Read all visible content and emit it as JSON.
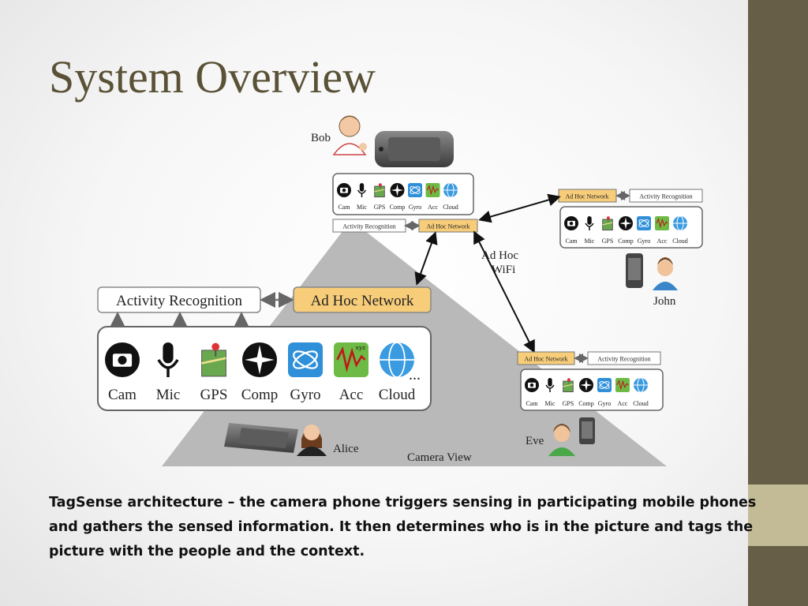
{
  "slide": {
    "title": "System Overview",
    "caption": "TagSense architecture – the camera phone triggers sensing in participating mobile phones and gathers the sensed information. It then determines who is in the picture and tags the picture with the people and the context.",
    "colors": {
      "side_band": "#675e47",
      "side_accent": "#c3bb95",
      "title": "#5a5237",
      "network_box": "#f7cd7a",
      "view_triangle": "#b9b9b9"
    }
  },
  "diagram": {
    "people": {
      "bob": "Bob",
      "john": "John",
      "eve": "Eve",
      "alice": "Alice"
    },
    "camera_view_label": "Camera View",
    "wifi_label": [
      "Ad Hoc",
      "WiFi"
    ],
    "activity_recognition": "Activity Recognition",
    "ad_hoc_network": "Ad Hoc Network",
    "sensors": [
      {
        "label": "Cam",
        "icon": "camera-icon"
      },
      {
        "label": "Mic",
        "icon": "microphone-icon"
      },
      {
        "label": "GPS",
        "icon": "gps-map-icon"
      },
      {
        "label": "Comp",
        "icon": "compass-icon"
      },
      {
        "label": "Gyro",
        "icon": "gyroscope-icon"
      },
      {
        "label": "Acc",
        "icon": "accelerometer-icon"
      },
      {
        "label": "Cloud",
        "icon": "cloud-globe-icon"
      }
    ],
    "more_indicator": "...",
    "acc_icon_text": "xyz"
  }
}
